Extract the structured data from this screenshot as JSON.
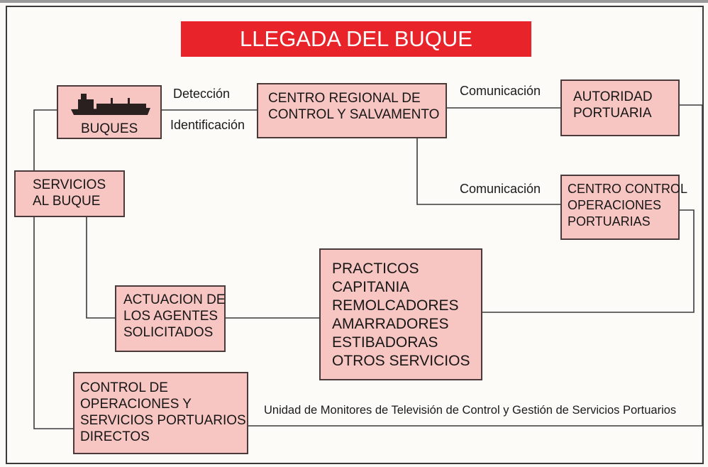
{
  "title": "LLEGADA DEL BUQUE",
  "boxes": {
    "buques": "BUQUES",
    "centro_regional": [
      "CENTRO REGIONAL DE",
      "CONTROL Y SALVAMENTO"
    ],
    "autoridad": [
      "AUTORIDAD",
      "PORTUARIA"
    ],
    "servicios": [
      "SERVICIOS",
      "AL BUQUE"
    ],
    "centro_control": [
      "CENTRO CONTROL",
      "OPERACIONES",
      "PORTUARIAS"
    ],
    "practicos": [
      "PRACTICOS",
      "CAPITANIA",
      "REMOLCADORES",
      "AMARRADORES",
      "ESTIBADORAS",
      "OTROS SERVICIOS"
    ],
    "actuacion": [
      "ACTUACION DE",
      "LOS AGENTES",
      "SOLICITADOS"
    ],
    "control_ops": [
      "CONTROL DE",
      "OPERACIONES Y",
      "SERVICIOS PORTUARIOS",
      "DIRECTOS"
    ]
  },
  "labels": {
    "deteccion": "Detección",
    "identificacion": "Identificación",
    "comunicacion_top": "Comunicación",
    "comunicacion_mid": "Comunicación",
    "unidad": "Unidad de Monitores de Televisión de Control y Gestión de Servicios Portuarios"
  },
  "colors": {
    "title_bg": "#e8242a",
    "box_bg": "#f8c6c2",
    "line": "#3a3a3a"
  },
  "icons": {
    "ship": "ship-icon"
  }
}
